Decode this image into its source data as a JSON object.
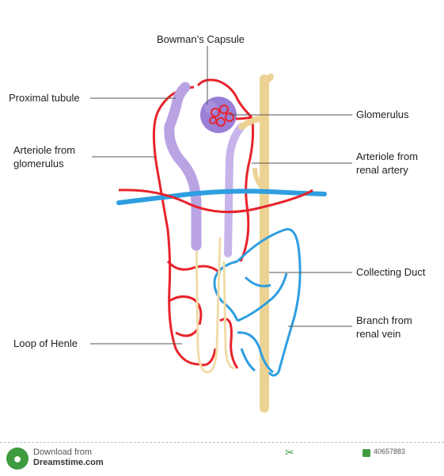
{
  "labels": {
    "bowmans_capsule": "Bowman’s Capsule",
    "proximal_tubule": "Proximal tubule",
    "glomerulus": "Glomerulus",
    "arteriole_from_glomerulus_1": "Arteriole from",
    "arteriole_from_glomerulus_2": "glomerulus",
    "arteriole_from_renal_artery_1": "Arteriole from",
    "arteriole_from_renal_artery_2": "renal artery",
    "collecting_duct": "Collecting Duct",
    "branch_from_renal_vein_1": "Branch from",
    "branch_from_renal_vein_2": "renal vein",
    "loop_of_henle": "Loop of Henle"
  },
  "footer": {
    "download_from": "Download from",
    "site": "Dreamstime.com",
    "image_id": "40657883"
  },
  "colors": {
    "artery": "#e8232b",
    "vein": "#2e9ee0",
    "tubule": "#b9a3e3",
    "capsule": "#9a7fd6",
    "duct": "#ecd394",
    "loop": "#f0dca8"
  }
}
